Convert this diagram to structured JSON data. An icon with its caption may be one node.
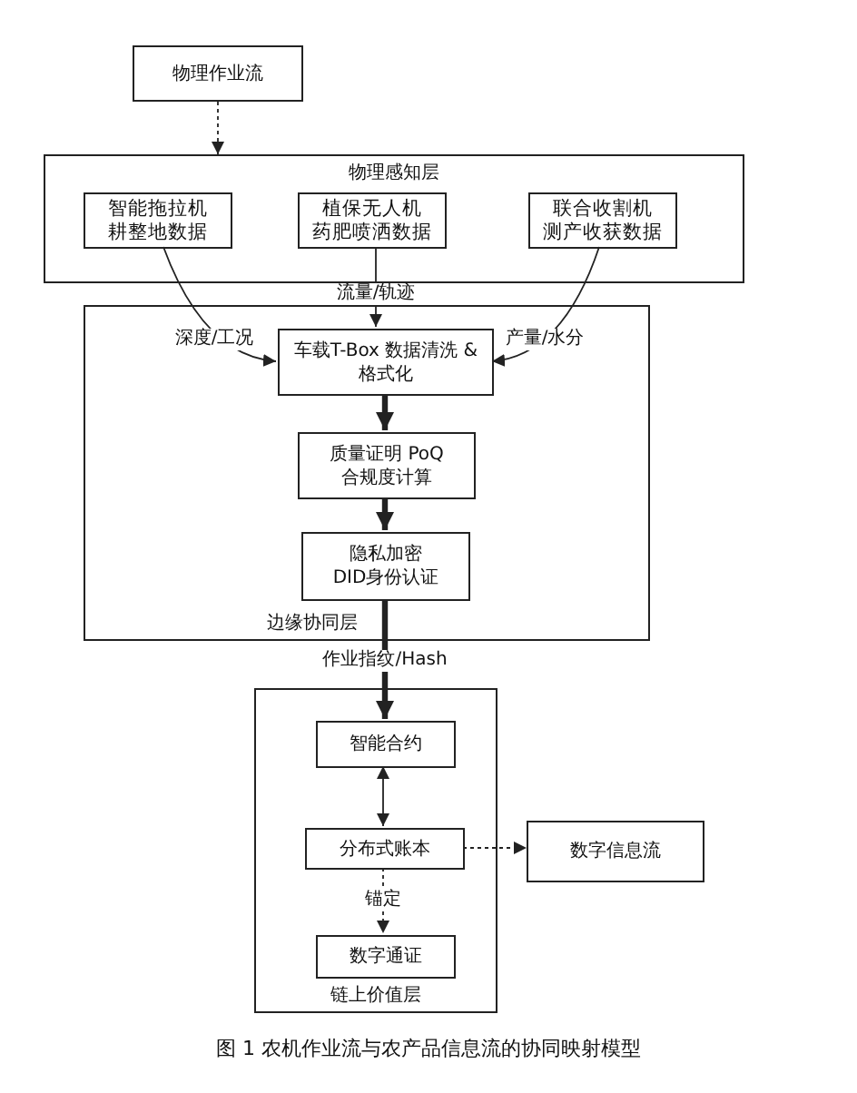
{
  "diagram": {
    "caption": "图 1 农机作业流与农产品信息流的协同映射模型",
    "nodes": [
      {
        "text": [
          "物理作业流"
        ]
      },
      {
        "text": [
          "物理感知层"
        ]
      },
      {
        "text": [
          "智能拖拉机耕整地数据"
        ],
        "in": 1
      },
      {
        "text": [
          "植保无人机药肥喷洒数据"
        ],
        "in": 1
      },
      {
        "text": [
          "联合收割机测产收获数据"
        ],
        "in": 1
      },
      {
        "text": [
          "边缘协同层"
        ]
      },
      {
        "text": [
          "车载T-Box 数据清洗 & 格式化"
        ],
        "in": 5
      },
      {
        "text": [
          "质量证明 PoQ 合规度计算"
        ],
        "in": 5
      },
      {
        "text": [
          "隐私加密 DID身份认证"
        ],
        "in": 5
      },
      {
        "text": [
          "链上价值层"
        ]
      },
      {
        "text": [
          "智能合约"
        ],
        "in": 9
      },
      {
        "text": [
          "分布式账本"
        ],
        "in": 9
      },
      {
        "text": [
          "数字通证"
        ],
        "in": 9
      },
      {
        "text": [
          "数字信息流"
        ]
      }
    ],
    "edges": [
      {
        "from": 0,
        "to": 1,
        "arrow": "to",
        "style": "dashed"
      },
      {
        "from": 2,
        "to": 6,
        "arrow": "to",
        "label": "深度/工况"
      },
      {
        "from": 3,
        "to": 6,
        "arrow": "to",
        "label": "流量/轨迹"
      },
      {
        "from": 4,
        "to": 6,
        "arrow": "to",
        "label": "产量/水分"
      },
      {
        "from": 6,
        "to": 7,
        "arrow": "to",
        "style": "thick"
      },
      {
        "from": 7,
        "to": 8,
        "arrow": "to",
        "style": "thick"
      },
      {
        "from": 8,
        "to": 10,
        "arrow": "to",
        "style": "thick",
        "label": "作业指纹/Hash"
      },
      {
        "from": 10,
        "to": 11,
        "arrow": "both"
      },
      {
        "from": 11,
        "to": 12,
        "arrow": "to",
        "style": "dashed",
        "label": "锚定"
      },
      {
        "from": 11,
        "to": 13,
        "arrow": "to",
        "style": "dashed"
      }
    ]
  }
}
